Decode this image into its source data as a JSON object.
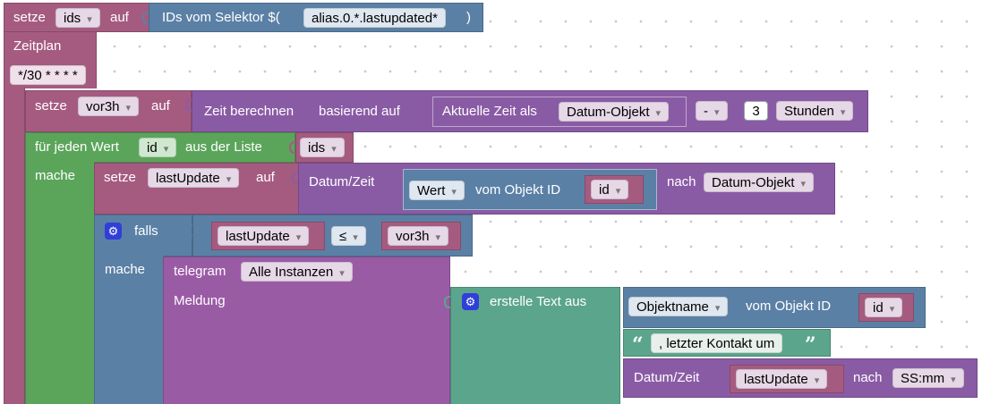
{
  "colors": {
    "variables": "#a55b80",
    "objects": "#5b80a5",
    "time": "#8a5ba5",
    "telegram": "#9a5ba5",
    "loop": "#5ba55b",
    "text": "#5ba58c",
    "logic": "#5b80a5"
  },
  "set_ids": {
    "keyword": "setze",
    "variable": "ids",
    "to": "auf"
  },
  "selector": {
    "label": "IDs vom Selektor $(",
    "pattern": "alias.0.*.lastupdated*",
    "close": ")"
  },
  "schedule": {
    "label": "Zeitplan",
    "cron": "*/30 * * * *"
  },
  "set_vor3h": {
    "keyword": "setze",
    "variable": "vor3h",
    "to": "auf"
  },
  "time_calc": {
    "label": "Zeit berechnen",
    "based_on": "basierend auf",
    "current_time": "Aktuelle Zeit als",
    "format": "Datum-Objekt",
    "operator": "-",
    "amount": "3",
    "unit": "Stunden"
  },
  "foreach": {
    "label": "für jeden Wert",
    "variable": "id",
    "from_list": "aus der Liste",
    "list": "ids",
    "do": "mache"
  },
  "set_lastupdate": {
    "keyword": "setze",
    "variable": "lastUpdate",
    "to": "auf"
  },
  "datetime_convert": {
    "label": "Datum/Zeit",
    "to": "nach",
    "format": "Datum-Objekt"
  },
  "get_value": {
    "property": "Wert",
    "of_object": "vom Objekt ID",
    "id": "id"
  },
  "if_block": {
    "label": "falls",
    "do": "mache",
    "gear_icon": "gear-icon"
  },
  "compare": {
    "left": "lastUpdate",
    "operator": "≤",
    "right": "vor3h"
  },
  "telegram": {
    "label": "telegram",
    "instance": "Alle Instanzen",
    "message": "Meldung"
  },
  "create_text": {
    "label": "erstelle Text aus",
    "gear_icon": "gear-icon"
  },
  "get_name": {
    "property": "Objektname",
    "of_object": "vom Objekt ID",
    "id": "id"
  },
  "text_literal": {
    "open_quote": "“",
    "value": ", letzter Kontakt um",
    "close_quote": "”"
  },
  "datetime_format": {
    "label": "Datum/Zeit",
    "variable": "lastUpdate",
    "to": "nach",
    "format": "SS:mm"
  }
}
